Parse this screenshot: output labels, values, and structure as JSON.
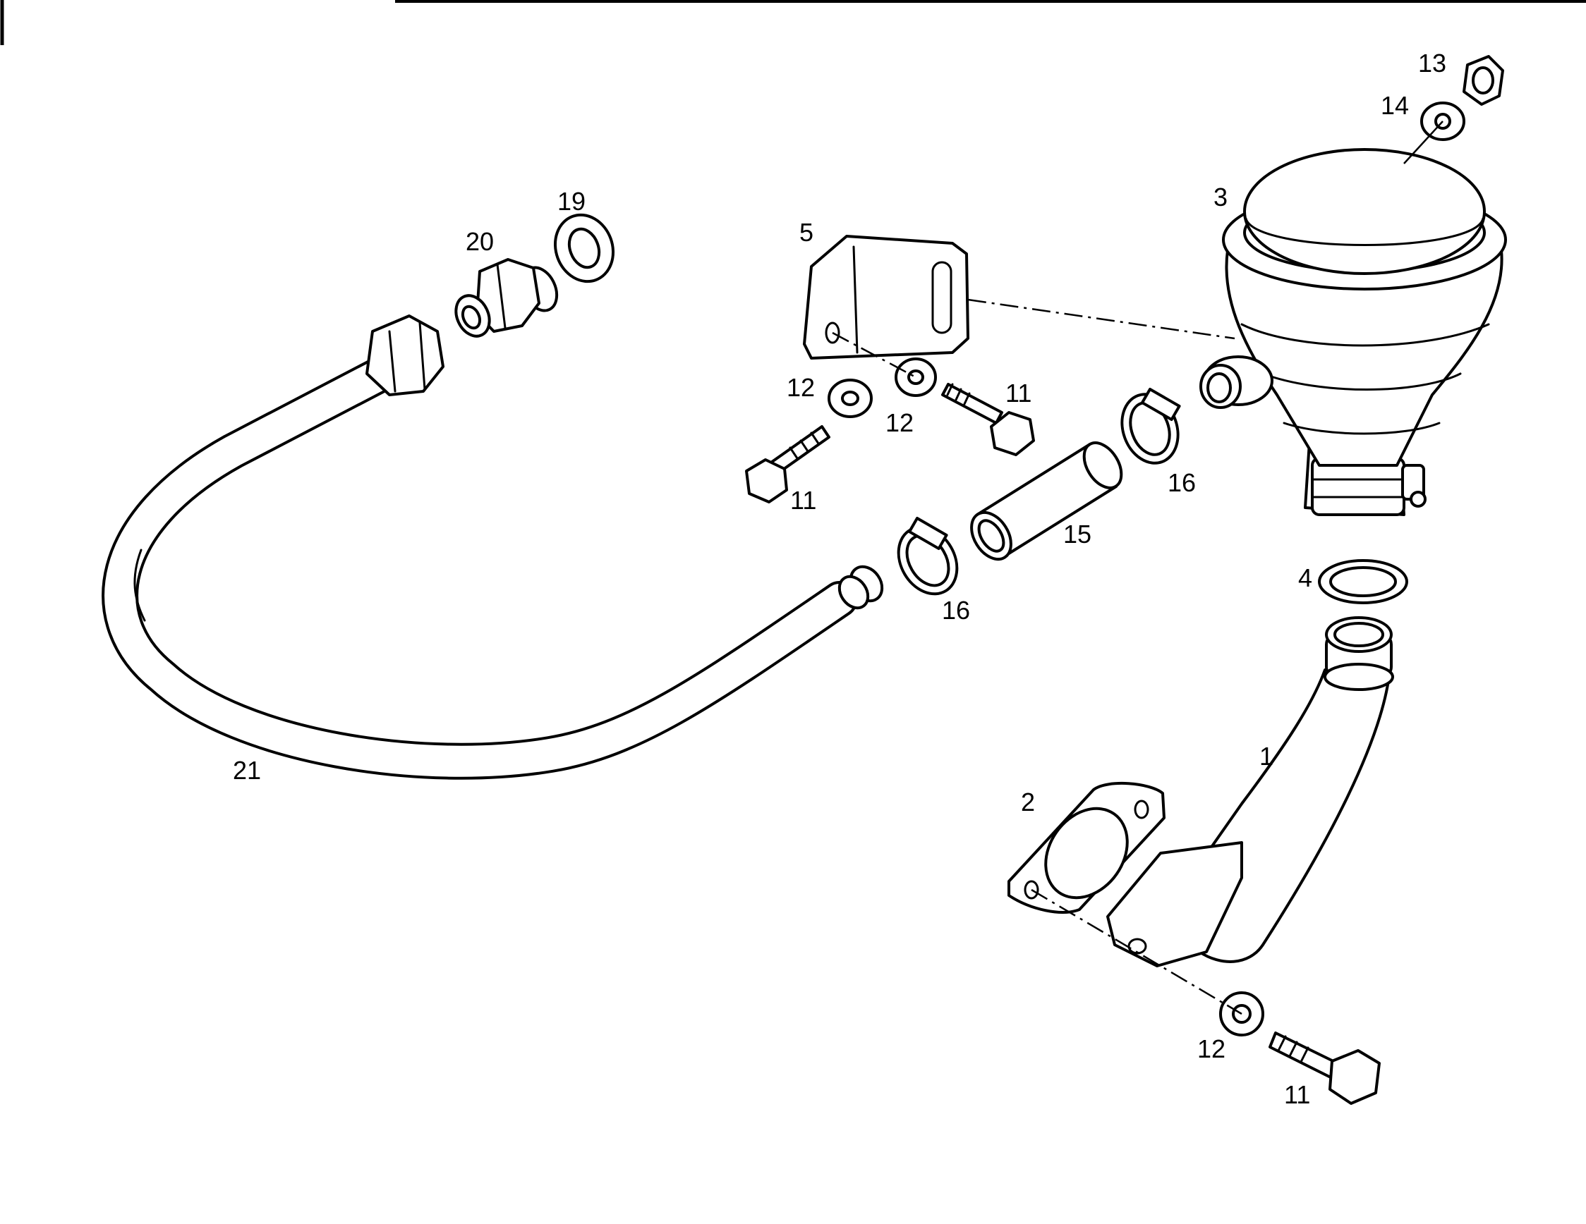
{
  "callouts": {
    "c1": "1",
    "c2": "2",
    "c3": "3",
    "c4": "4",
    "c5": "5",
    "c11a": "11",
    "c11b": "11",
    "c11c": "11",
    "c12a": "12",
    "c12b": "12",
    "c12c": "12",
    "c13": "13",
    "c14": "14",
    "c15": "15",
    "c16a": "16",
    "c16b": "16",
    "c19": "19",
    "c20": "20",
    "c21": "21"
  }
}
